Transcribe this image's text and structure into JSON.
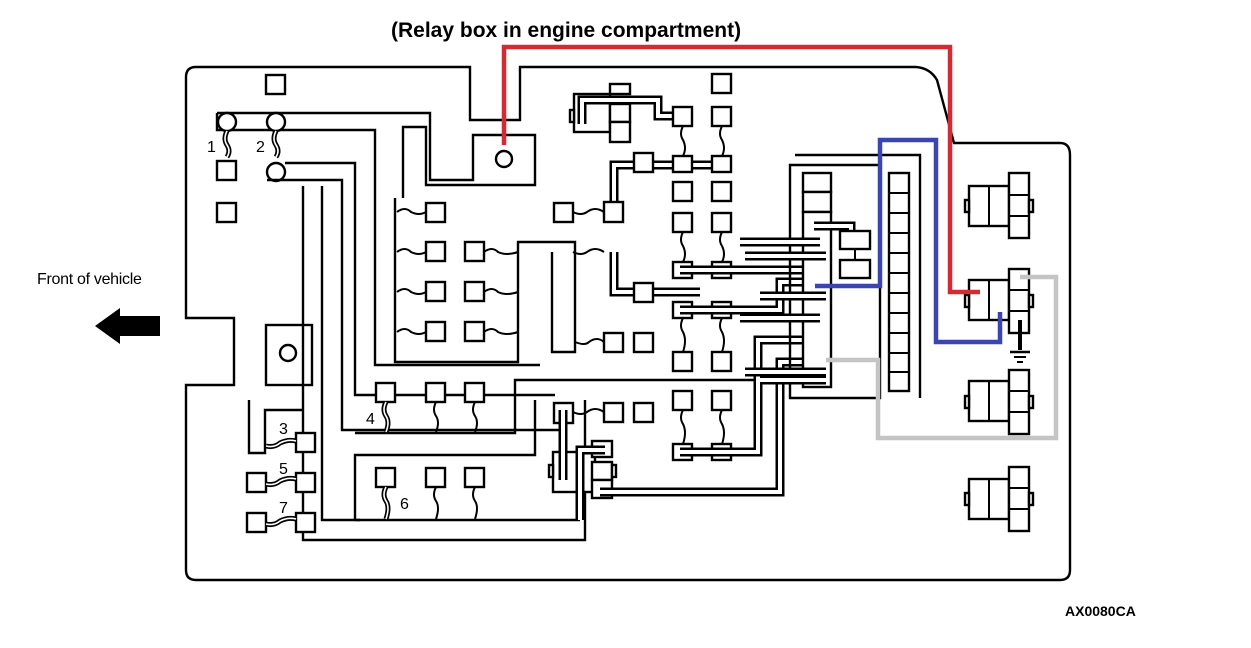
{
  "title": "(Relay box in engine compartment)",
  "figure_code": "AX0080CA",
  "direction_label": "Front of vehicle",
  "direction_icon": "left-arrow-icon",
  "fusible_link_labels": [
    "1",
    "2",
    "3",
    "4",
    "5",
    "6",
    "7"
  ],
  "ground_symbol": "ground-icon",
  "wire_colors": {
    "red": "#d42a34",
    "blue": "#3a45b0",
    "gray": "#c4c4c4",
    "outline": "#000000"
  }
}
